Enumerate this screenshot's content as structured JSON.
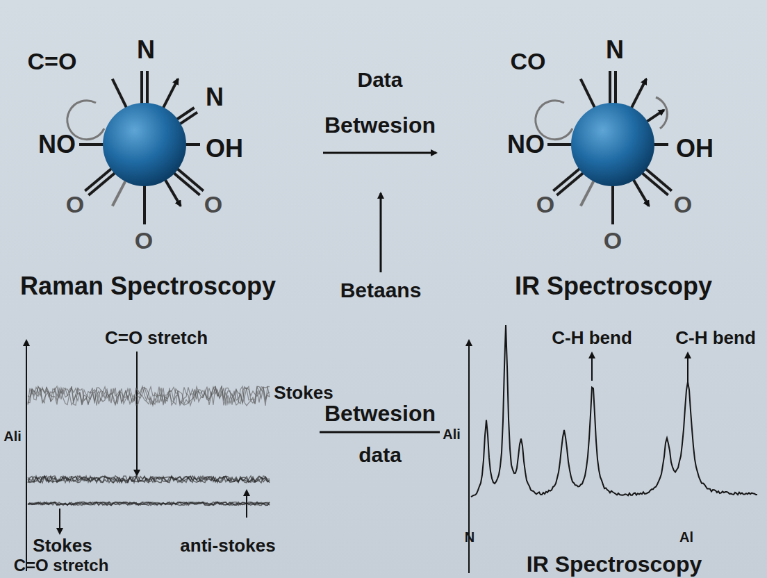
{
  "diagram": {
    "labels": [
      "C=O",
      "N",
      "N",
      "NO",
      "OH",
      "O",
      "O",
      "O",
      "Raman Spectroscopy",
      "Data",
      "Betwesion",
      "Betaans",
      "CO",
      "N",
      "NO",
      "OH",
      "O",
      "O",
      "O",
      "IR Spectroscopy",
      "C=O stretch",
      "Stokes",
      "Ali",
      "Stokes",
      "C=O stretch",
      "anti-stokes",
      "Betwesion",
      "data",
      "Ali",
      "C-H bend",
      "C-H bend",
      "N",
      "Al",
      "IR Spectroscopy"
    ]
  }
}
